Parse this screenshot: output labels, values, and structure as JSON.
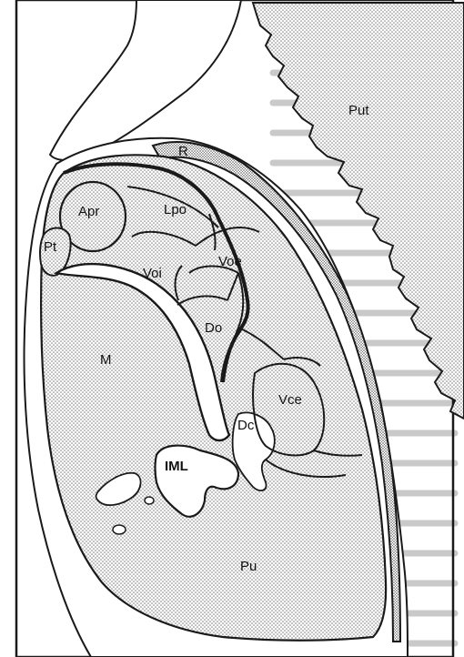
{
  "diagram": {
    "regions": [
      {
        "id": "put",
        "label": "Put"
      },
      {
        "id": "r",
        "label": "R"
      },
      {
        "id": "apr",
        "label": "Apr"
      },
      {
        "id": "lpo",
        "label": "Lpo"
      },
      {
        "id": "pt",
        "label": "Pt"
      },
      {
        "id": "voi",
        "label": "Voi"
      },
      {
        "id": "voe",
        "label": "Voe"
      },
      {
        "id": "m",
        "label": "M"
      },
      {
        "id": "do",
        "label": "Do"
      },
      {
        "id": "vce",
        "label": "Vce"
      },
      {
        "id": "dc",
        "label": "Dc"
      },
      {
        "id": "iml",
        "label": "IML"
      },
      {
        "id": "pu",
        "label": "Pu"
      }
    ],
    "colors": {
      "outline": "#1a1a1a",
      "stipple": "#8a8a8a",
      "paper": "#ffffff",
      "bleed_text": "#c9c9c9"
    }
  }
}
